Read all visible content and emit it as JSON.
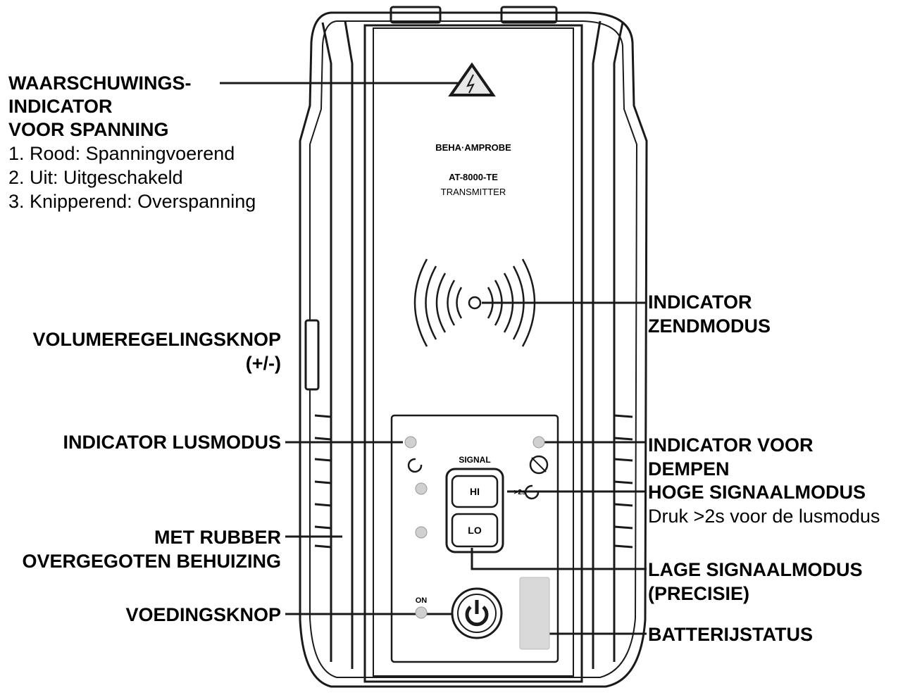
{
  "device": {
    "brand": "BEHA·AMPROBE",
    "model": "AT-8000-TE",
    "type": "TRANSMITTER",
    "signal_label": "SIGNAL",
    "hi_label": "HI",
    "lo_label": "LO",
    "on_label": "ON",
    "hold_label": ">2s"
  },
  "labels": {
    "warning_title_1": "WAARSCHUWINGS-",
    "warning_title_2": "INDICATOR",
    "warning_title_3": "VOOR SPANNING",
    "warning_item_1": "1. Rood: Spanningvoerend",
    "warning_item_2": "2. Uit: Uitgeschakeld",
    "warning_item_3": "3. Knipperend: Overspanning",
    "volume_1": "VOLUMEREGELINGSKNOP",
    "volume_2": "(+/-)",
    "loop_indicator": "INDICATOR LUSMODUS",
    "rubber_1": "MET RUBBER",
    "rubber_2": "OVERGEGOTEN BEHUIZING",
    "power_button": "VOEDINGSKNOP",
    "transmit_1": "INDICATOR",
    "transmit_2": "ZENDMODUS",
    "mute_1": "INDICATOR VOOR",
    "mute_2": "DEMPEN",
    "high_signal": "HOGE SIGNAALMODUS",
    "high_signal_note": "Druk >2s voor de lusmodus",
    "low_signal_1": "LAGE SIGNAALMODUS",
    "low_signal_2": "(PRECISIE)",
    "battery": "BATTERIJSTATUS"
  },
  "colors": {
    "stroke": "#1a1a1a",
    "led": "#d0d0d0",
    "battery_window": "#d9d9d9",
    "background": "#ffffff"
  }
}
